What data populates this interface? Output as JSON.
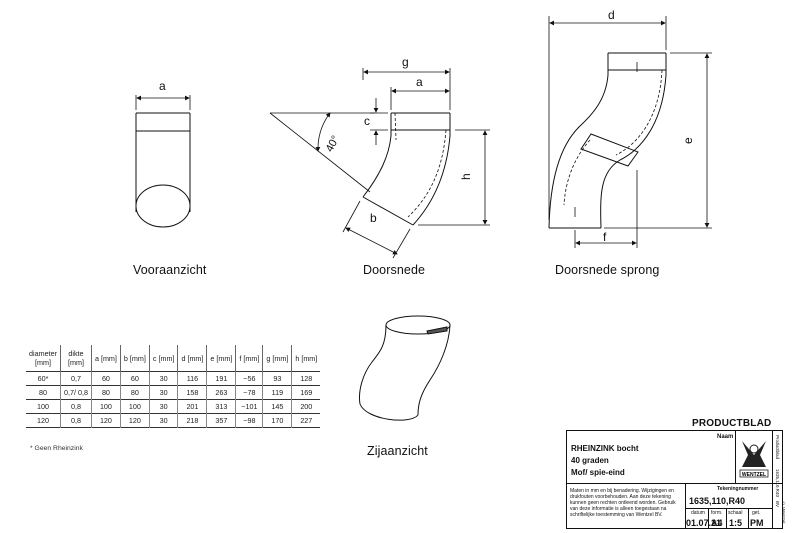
{
  "views": {
    "front": "Vooraanzicht",
    "section": "Doorsnede",
    "section_offset": "Doorsnede sprong",
    "side": "Zijaanzicht"
  },
  "dim_labels": {
    "a": "a",
    "a2": "a",
    "b": "b",
    "c": "c",
    "g": "g",
    "h": "h",
    "d": "d",
    "e": "e",
    "f": "f",
    "angle": "40°"
  },
  "table": {
    "headers": [
      [
        "diameter",
        "[mm]"
      ],
      [
        "dikte",
        "[mm]"
      ],
      [
        "a [mm]"
      ],
      [
        "b [mm]"
      ],
      [
        "c [mm]"
      ],
      [
        "d [mm]"
      ],
      [
        "e [mm]"
      ],
      [
        "f [mm]"
      ],
      [
        "g [mm]"
      ],
      [
        "h [mm]"
      ]
    ],
    "rows": [
      [
        "60*",
        "0,7",
        "60",
        "60",
        "30",
        "116",
        "191",
        "~56",
        "93",
        "128"
      ],
      [
        "80",
        "0,7/ 0,8",
        "80",
        "80",
        "30",
        "158",
        "263",
        "~78",
        "119",
        "169"
      ],
      [
        "100",
        "0,8",
        "100",
        "100",
        "30",
        "201",
        "313",
        "~101",
        "145",
        "200"
      ],
      [
        "120",
        "0,8",
        "120",
        "120",
        "30",
        "218",
        "357",
        "~98",
        "170",
        "227"
      ]
    ]
  },
  "footnote": "*  Geen Rheinzink",
  "titleblock": {
    "title": "PRODUCTBLAD",
    "name_label": "Naam",
    "product_line1": "RHEINZINK bocht",
    "product_line2": "40 graden",
    "product_line3": "Mof/ spie-eind",
    "drawing_no_label": "Tekeningnummer",
    "drawing_no": "1635,110,R40",
    "disclaimer1": "Maten in mm en bij benadering. Wijzigingen en",
    "disclaimer2": "drukfouten voorbehouden. Aan deze tekening",
    "disclaimer3": "kunnen geen rechten ontleend worden. Gebruik",
    "disclaimer4": "van deze informatie is alleen toegestaan na",
    "disclaimer5": "schriftelijke toestemming van Wentzel BV.",
    "date_label": "datum",
    "date": "01.07.21",
    "form_label": "form.",
    "form": "A4",
    "scale_label": "schaal",
    "scale": "1:5",
    "approved_label": "get.",
    "approved": "PM",
    "logo_text": "WENTZEL",
    "side_text1": "Productblad",
    "side_text2": "1635,110,R40",
    "copyright": "© Wentzel BV"
  }
}
